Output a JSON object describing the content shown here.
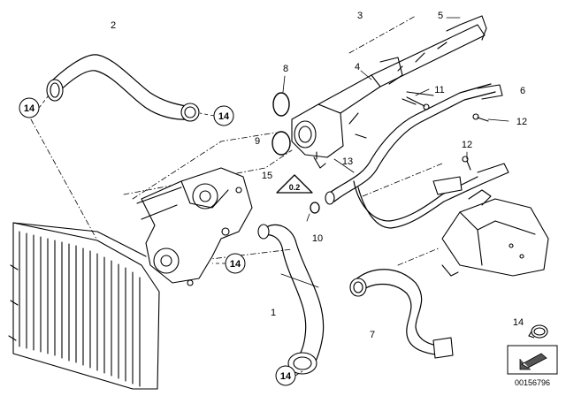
{
  "callouts": {
    "c1": "1",
    "c2": "2",
    "c3": "3",
    "c4": "4",
    "c5": "5",
    "c6": "6",
    "c7": "7",
    "c8": "8",
    "c9": "9",
    "c10": "10",
    "c11": "11",
    "c12a": "12",
    "c12b": "12",
    "c13": "13",
    "c15": "15",
    "c14a": "14",
    "c14b": "14",
    "c14c": "14",
    "c14d": "14",
    "c14legend": "14"
  },
  "warning_triangle_text": "0.2",
  "doc_number": "00156796"
}
